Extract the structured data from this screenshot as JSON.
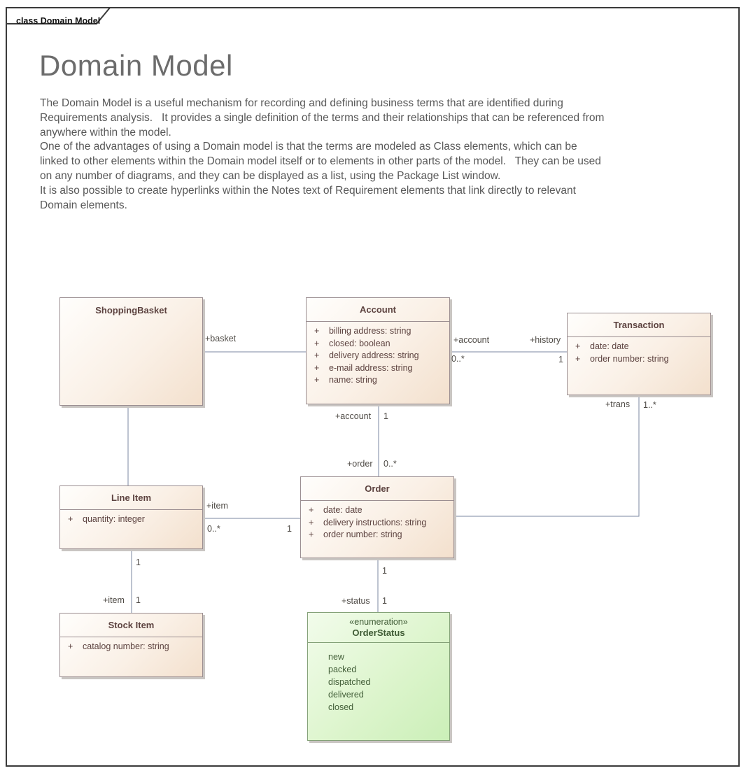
{
  "frame": {
    "tab_label": "class Domain Model"
  },
  "header": {
    "title": "Domain Model",
    "description_lines": [
      "The Domain Model is a useful mechanism for recording and defining business terms that are identified during",
      "Requirements analysis.   It provides a single definition of the terms and their relationships that can be referenced from",
      "anywhere within the model.",
      "One of the advantages of using a Domain model is that the terms are modeled as Class elements, which can be",
      "linked to other elements within the Domain model itself or to elements in other parts of the model.   They can be used",
      "on any number of diagrams, and they can be displayed as a list, using the Package List window.",
      "It is also possible to create hyperlinks within the Notes text of Requirement elements that link directly to relevant",
      "Domain elements."
    ]
  },
  "classes": {
    "shopping_basket": {
      "name": "ShoppingBasket"
    },
    "account": {
      "name": "Account",
      "attributes": [
        {
          "vis": "+",
          "text": "billing address: string"
        },
        {
          "vis": "+",
          "text": "closed: boolean"
        },
        {
          "vis": "+",
          "text": "delivery address: string"
        },
        {
          "vis": "+",
          "text": "e-mail address: string"
        },
        {
          "vis": "+",
          "text": "name: string"
        }
      ]
    },
    "transaction": {
      "name": "Transaction",
      "attributes": [
        {
          "vis": "+",
          "text": "date: date"
        },
        {
          "vis": "+",
          "text": "order number: string"
        }
      ]
    },
    "line_item": {
      "name": "Line Item",
      "attributes": [
        {
          "vis": "+",
          "text": "quantity: integer"
        }
      ]
    },
    "order": {
      "name": "Order",
      "attributes": [
        {
          "vis": "+",
          "text": "date: date"
        },
        {
          "vis": "+",
          "text": "delivery instructions: string"
        },
        {
          "vis": "+",
          "text": "order number: string"
        }
      ]
    },
    "stock_item": {
      "name": "Stock Item",
      "attributes": [
        {
          "vis": "+",
          "text": "catalog number: string"
        }
      ]
    },
    "order_status": {
      "stereotype": "«enumeration»",
      "name": "OrderStatus",
      "literals": [
        "new",
        "packed",
        "dispatched",
        "delivered",
        "closed"
      ]
    }
  },
  "connectors": {
    "basket": {
      "role": "+basket"
    },
    "account_history": {
      "source_role": "+account",
      "source_mult": "0..*",
      "target_role": "+history",
      "target_mult": "1"
    },
    "account_order": {
      "account_role": "+account",
      "account_mult": "1",
      "order_role": "+order",
      "order_mult": "0..*"
    },
    "item_order": {
      "item_role": "+item",
      "item_mult": "0..*",
      "order_mult": "1"
    },
    "line_stock": {
      "line_mult": "1",
      "item_role": "+item",
      "stock_mult": "1"
    },
    "order_status_link": {
      "order_mult": "1",
      "status_role": "+status",
      "status_mult": "1"
    },
    "order_transaction": {
      "trans_role": "+trans",
      "trans_mult": "1..*"
    }
  },
  "colors": {
    "class_fill": "#f3e0cd",
    "class_border": "#9b8e91",
    "class_text": "#5d4340",
    "enum_fill": "#cbefb8",
    "enum_border": "#84a178",
    "enum_text": "#405c36",
    "connector_line": "#7b87a0",
    "connector_label": "#4f4b46",
    "frame_border": "#3a3a3a"
  }
}
